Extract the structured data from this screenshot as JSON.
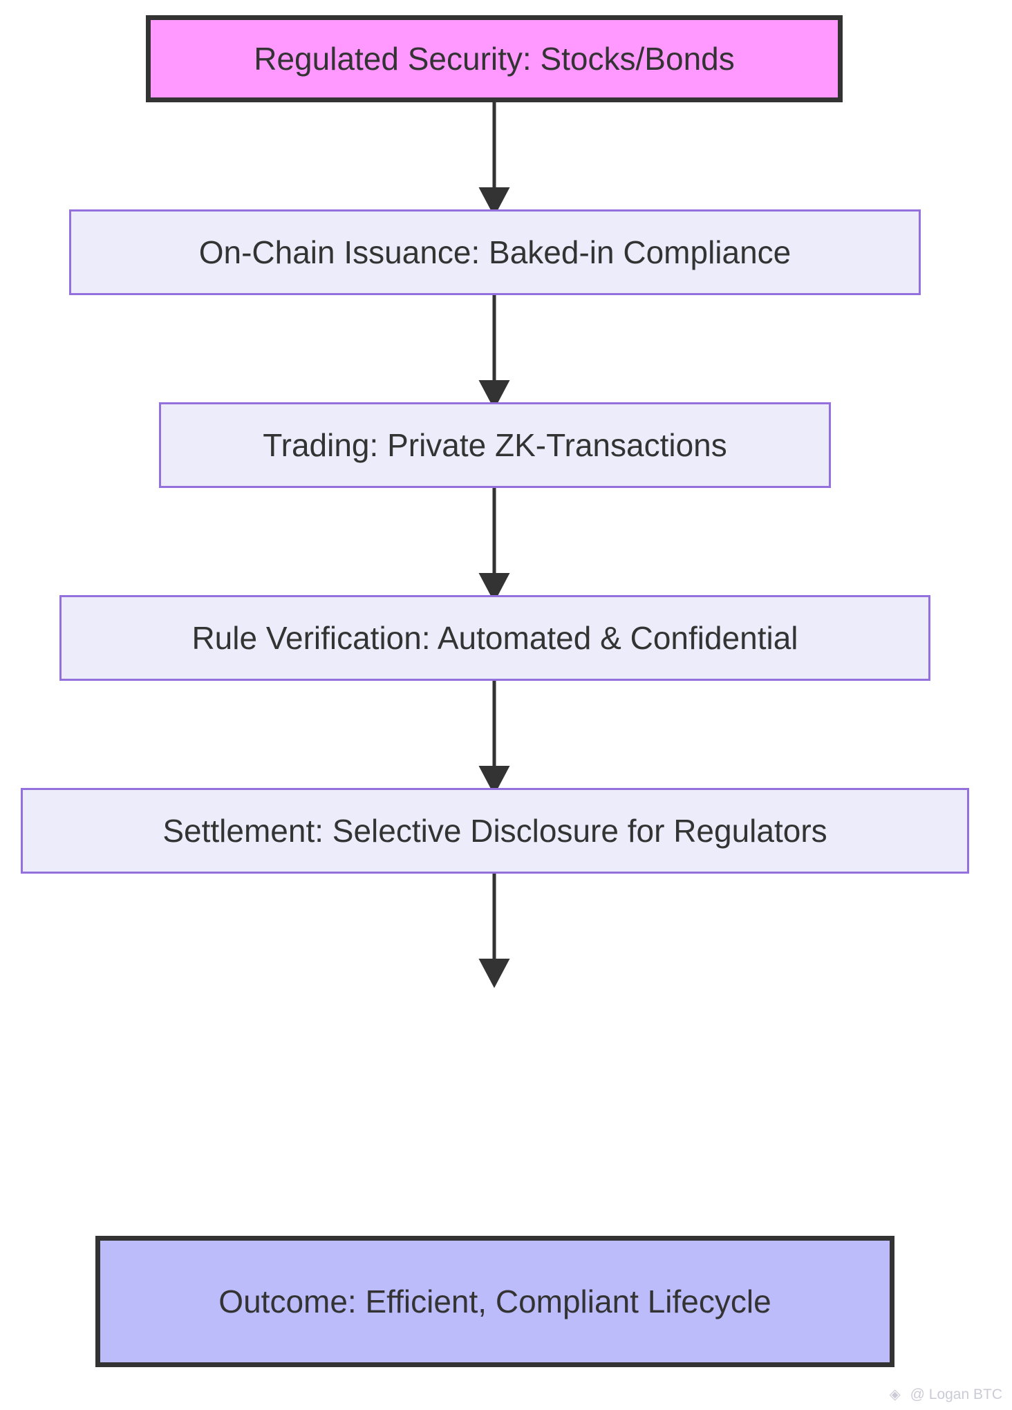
{
  "diagram": {
    "type": "flowchart",
    "direction": "top-to-bottom",
    "background_color": "#ffffff",
    "nodes": [
      {
        "id": "n1",
        "label": "Regulated Security: Stocks/Bonds",
        "style": "terminal-start",
        "fill": "#ff99ff",
        "border": "#333333",
        "text_color": "#333333"
      },
      {
        "id": "n2",
        "label": "On-Chain Issuance: Baked-in Compliance",
        "style": "process",
        "fill": "#ececfb",
        "border": "#9370db",
        "text_color": "#333333"
      },
      {
        "id": "n3",
        "label": "Trading: Private ZK-Transactions",
        "style": "process",
        "fill": "#ececfb",
        "border": "#9370db",
        "text_color": "#333333"
      },
      {
        "id": "n4",
        "label": "Rule Verification: Automated & Confidential",
        "style": "process",
        "fill": "#ececfb",
        "border": "#9370db",
        "text_color": "#333333"
      },
      {
        "id": "n5",
        "label": "Settlement: Selective Disclosure for Regulators",
        "style": "process",
        "fill": "#ececfb",
        "border": "#9370db",
        "text_color": "#333333"
      },
      {
        "id": "n6",
        "label": "Outcome: Efficient, Compliant Lifecycle",
        "style": "terminal-end",
        "fill": "#bcbcfa",
        "border": "#333333",
        "text_color": "#333333"
      }
    ],
    "edges": [
      {
        "from": "n1",
        "to": "n2",
        "label": "",
        "arrow": "filled-triangle",
        "color": "#333333"
      },
      {
        "from": "n2",
        "to": "n3",
        "label": "",
        "arrow": "filled-triangle",
        "color": "#333333"
      },
      {
        "from": "n3",
        "to": "n4",
        "label": "",
        "arrow": "filled-triangle",
        "color": "#333333"
      },
      {
        "from": "n4",
        "to": "n5",
        "label": "",
        "arrow": "filled-triangle",
        "color": "#333333"
      },
      {
        "from": "n5",
        "to": "n6",
        "label": "",
        "arrow": "filled-triangle",
        "color": "#333333"
      }
    ]
  },
  "watermark": {
    "logo_icon": "diamond-logo-icon",
    "logo_glyph": "◈",
    "text": "@ Logan BTC",
    "color": "#c9c9d4"
  }
}
